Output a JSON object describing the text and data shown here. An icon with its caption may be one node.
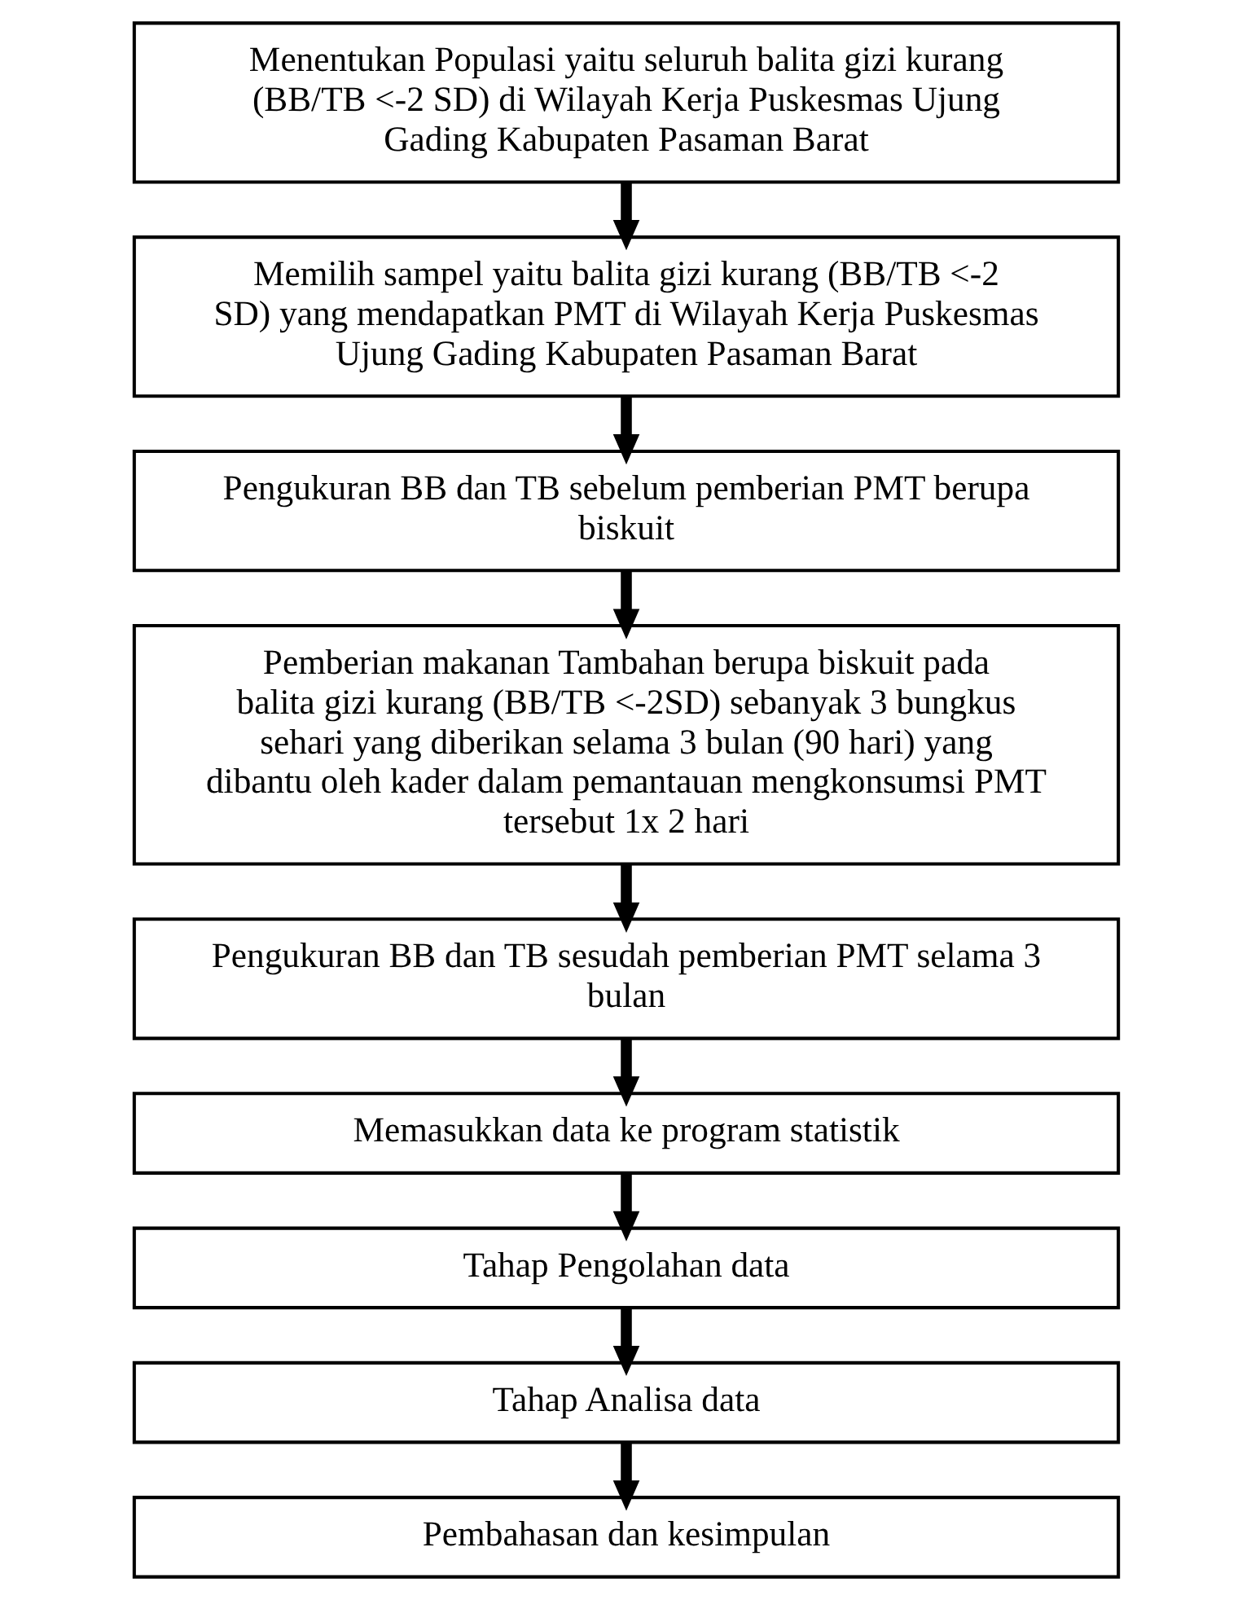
{
  "diagram": {
    "nodes": [
      {
        "text": [
          "Menentukan Populasi yaitu seluruh balita gizi kurang (BB/TB <-2 SD) di Wilayah Kerja Puskesmas Ujung Gading Kabupaten Pasaman Barat"
        ]
      },
      {
        "text": [
          "Memilih sampel yaitu balita gizi kurang (BB/TB <-2 SD) yang mendapatkan PMT di Wilayah Kerja Puskesmas Ujung Gading Kabupaten Pasaman Barat"
        ]
      },
      {
        "text": [
          "Pengukuran BB dan TB sebelum pemberian PMT berupa biskuit"
        ]
      },
      {
        "text": [
          "Pemberian makanan Tambahan berupa biskuit pada balita gizi kurang (BB/TB <-2SD) sebanyak 3 bungkus sehari yang diberikan selama 3 bulan (90 hari) yang dibantu oleh kader dalam pemantauan mengkonsumsi PMT tersebut 1x 2 hari"
        ]
      },
      {
        "text": [
          "Pengukuran BB dan TB sesudah pemberian PMT selama 3 bulan"
        ]
      },
      {
        "text": [
          "Memasukkan data ke program statistik"
        ]
      },
      {
        "text": [
          "Tahap Pengolahan data"
        ]
      },
      {
        "text": [
          "Tahap Analisa data"
        ]
      },
      {
        "text": [
          "Pembahasan dan kesimpulan"
        ]
      }
    ],
    "edges": [
      {
        "from": 0,
        "to": 1,
        "arrow": "to"
      },
      {
        "from": 1,
        "to": 2,
        "arrow": "to"
      },
      {
        "from": 2,
        "to": 3,
        "arrow": "to"
      },
      {
        "from": 3,
        "to": 4,
        "arrow": "to"
      },
      {
        "from": 4,
        "to": 5,
        "arrow": "to"
      },
      {
        "from": 5,
        "to": 6,
        "arrow": "to"
      },
      {
        "from": 6,
        "to": 7,
        "arrow": "to"
      },
      {
        "from": 7,
        "to": 8,
        "arrow": "to"
      }
    ]
  }
}
